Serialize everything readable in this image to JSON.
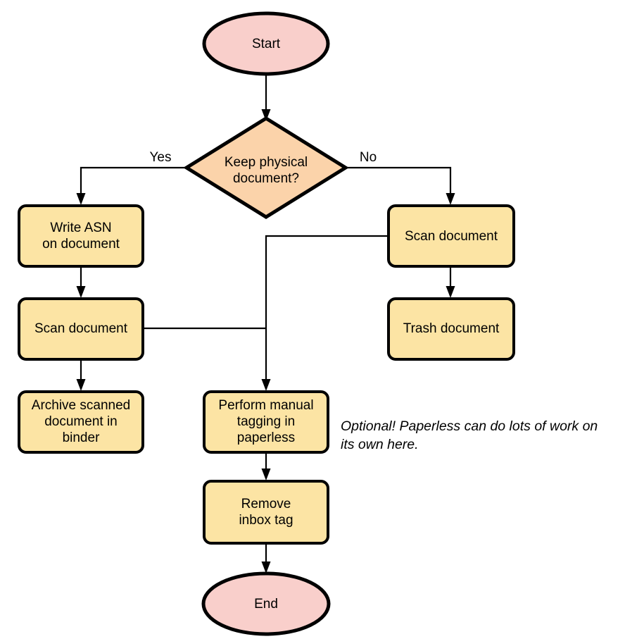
{
  "chart_data": {
    "type": "diagram",
    "title": "Paperless document handling flowchart",
    "colors": {
      "terminator_fill": "#f9cfcb",
      "process_fill": "#fce4a4",
      "decision_fill": "#fbd3aa",
      "stroke": "#000000",
      "background": "#ffffff",
      "text": "#000000"
    },
    "nodes": [
      {
        "id": "start",
        "kind": "terminator",
        "label": "Start",
        "lines": [
          "Start"
        ]
      },
      {
        "id": "decide",
        "kind": "decision",
        "label": "Keep physical document?",
        "lines": [
          "Keep physical",
          "document?"
        ]
      },
      {
        "id": "asn",
        "kind": "process",
        "label": "Write ASN on document",
        "lines": [
          "Write ASN",
          "on document"
        ]
      },
      {
        "id": "scanL",
        "kind": "process",
        "label": "Scan document",
        "lines": [
          "Scan document"
        ]
      },
      {
        "id": "archive",
        "kind": "process",
        "label": "Archive scanned document in binder",
        "lines": [
          "Archive scanned",
          "document in",
          "binder"
        ]
      },
      {
        "id": "scanR",
        "kind": "process",
        "label": "Scan document",
        "lines": [
          "Scan document"
        ]
      },
      {
        "id": "trash",
        "kind": "process",
        "label": "Trash document",
        "lines": [
          "Trash document"
        ]
      },
      {
        "id": "tag",
        "kind": "process",
        "label": "Perform manual tagging in paperless",
        "lines": [
          "Perform manual",
          "tagging in",
          "paperless"
        ]
      },
      {
        "id": "inbox",
        "kind": "process",
        "label": "Remove inbox tag",
        "lines": [
          "Remove",
          "inbox tag"
        ]
      },
      {
        "id": "end",
        "kind": "terminator",
        "label": "End",
        "lines": [
          "End"
        ]
      }
    ],
    "edges": [
      {
        "from": "start",
        "to": "decide",
        "label": ""
      },
      {
        "from": "decide",
        "to": "asn",
        "label": "Yes"
      },
      {
        "from": "decide",
        "to": "scanR",
        "label": "No"
      },
      {
        "from": "asn",
        "to": "scanL",
        "label": ""
      },
      {
        "from": "scanL",
        "to": "archive",
        "label": ""
      },
      {
        "from": "scanL",
        "to": "tag",
        "label": ""
      },
      {
        "from": "scanR",
        "to": "trash",
        "label": ""
      },
      {
        "from": "scanR",
        "to": "tag",
        "label": ""
      },
      {
        "from": "tag",
        "to": "inbox",
        "label": ""
      },
      {
        "from": "inbox",
        "to": "end",
        "label": ""
      }
    ],
    "edge_labels": {
      "yes": "Yes",
      "no": "No"
    },
    "annotations": [
      {
        "id": "optional-note",
        "lines": [
          "Optional! Paperless can do lots of work on",
          "its own here."
        ],
        "text": "Optional! Paperless can do lots of work on its own here.",
        "style": "italic"
      }
    ]
  },
  "labels": {
    "start": "Start",
    "decide_line1": "Keep physical",
    "decide_line2": "document?",
    "yes": "Yes",
    "no": "No",
    "asn_line1": "Write ASN",
    "asn_line2": "on document",
    "scan_left": "Scan document",
    "archive_line1": "Archive scanned",
    "archive_line2": "document in",
    "archive_line3": "binder",
    "scan_right": "Scan document",
    "trash": "Trash document",
    "tag_line1": "Perform manual",
    "tag_line2": "tagging in",
    "tag_line3": "paperless",
    "inbox_line1": "Remove",
    "inbox_line2": "inbox tag",
    "end": "End",
    "note_line1": "Optional! Paperless can do lots of work on",
    "note_line2": "its own here."
  }
}
